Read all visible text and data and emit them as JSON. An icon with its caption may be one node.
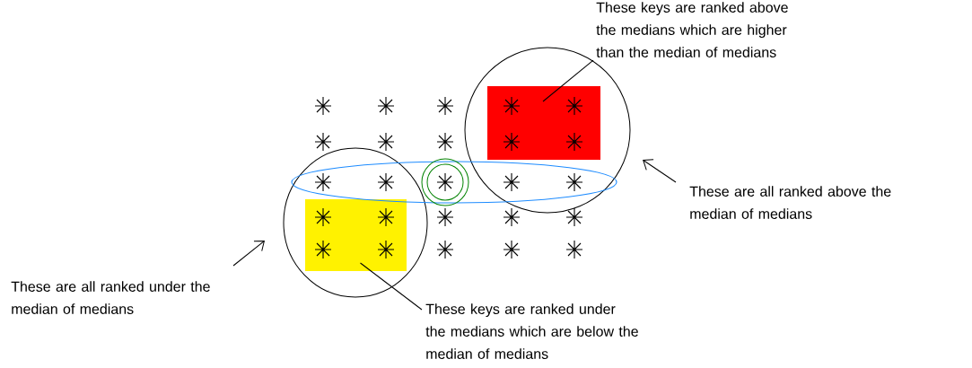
{
  "diagram": {
    "nodes": [
      {
        "text": [
          "These keys are ranked above the medians which are higher than the median of medians"
        ]
      },
      {
        "text": [],
        "shape": "circle"
      },
      {
        "text": [],
        "shape": "box",
        "in": 1
      },
      {
        "text": [
          "These are all ranked above the median of medians"
        ]
      },
      {
        "text": [],
        "shape": "circle"
      },
      {
        "text": [],
        "shape": "box",
        "in": 4
      },
      {
        "text": [
          "These are all ranked under the median of medians"
        ]
      },
      {
        "text": [
          "These keys are ranked under the medians which are below the median of medians"
        ]
      }
    ],
    "edges": [
      {
        "from": 0,
        "to": 2,
        "arrow": "none"
      },
      {
        "from": 3,
        "to": 1,
        "arrow": "to"
      },
      {
        "from": 6,
        "to": 4,
        "arrow": "to"
      },
      {
        "from": 7,
        "to": 5,
        "arrow": "none"
      }
    ]
  }
}
